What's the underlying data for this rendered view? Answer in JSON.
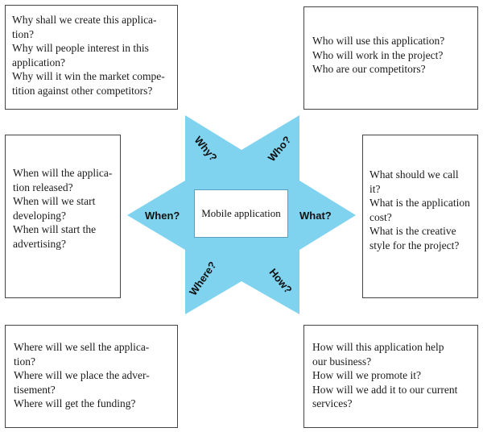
{
  "colors": {
    "star_fill": "#7fd3ef",
    "box_border": "#444444"
  },
  "center": {
    "label": "Mobile application"
  },
  "points": {
    "why": "Why?",
    "who": "Who?",
    "when": "When?",
    "what": "What?",
    "where": "Where?",
    "how": "How?"
  },
  "boxes": {
    "why": {
      "lines": [
        "Why shall we create this applica-",
        "tion?",
        "Why will people interest in this",
        "application?",
        "Why will it win the market compe-",
        "tition against other competitors?"
      ]
    },
    "who": {
      "lines": [
        "Who will use this application?",
        "Who will work in the project?",
        "Who are our competitors?"
      ]
    },
    "when": {
      "lines": [
        "When will the applica-",
        "tion released?",
        "When will we start",
        "developing?",
        "When will start the",
        "advertising?"
      ]
    },
    "what": {
      "lines": [
        "What should we call",
        "it?",
        "What is the application",
        "cost?",
        "What is the creative",
        "style for the project?"
      ]
    },
    "where": {
      "lines": [
        "Where will we sell the applica-",
        "tion?",
        "Where will we place the adver-",
        "tisement?",
        "Where will get the funding?"
      ]
    },
    "how": {
      "lines": [
        "How will this application help",
        "our business?",
        "How will we promote it?",
        "How will we add it to our current",
        "services?"
      ]
    }
  }
}
